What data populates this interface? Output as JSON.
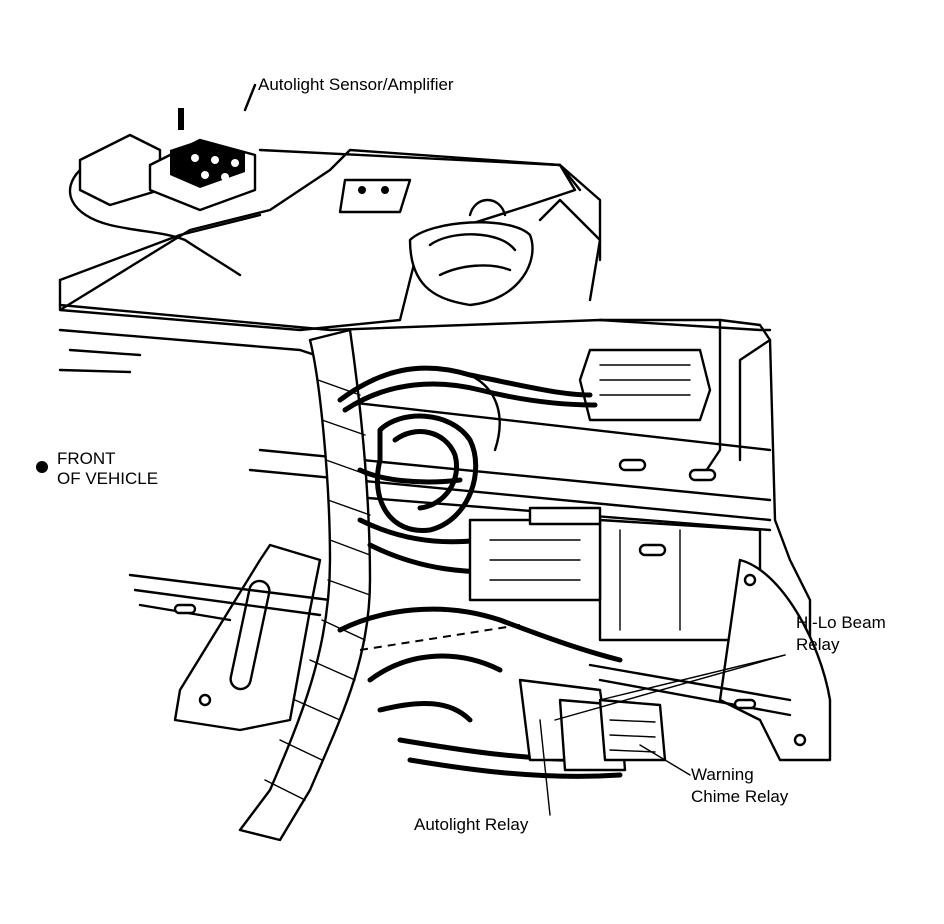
{
  "labels": {
    "autolight_sensor": "Autolight Sensor/Amplifier",
    "front_line1": "FRONT",
    "front_line2": "OF VEHICLE",
    "hilo_line1": "Hi-Lo Beam",
    "hilo_line2": "Relay",
    "warning_line1": "Warning",
    "warning_line2": "Chime Relay",
    "autolight_relay": "Autolight Relay"
  },
  "colors": {
    "ink": "#000000",
    "paper": "#ffffff"
  }
}
